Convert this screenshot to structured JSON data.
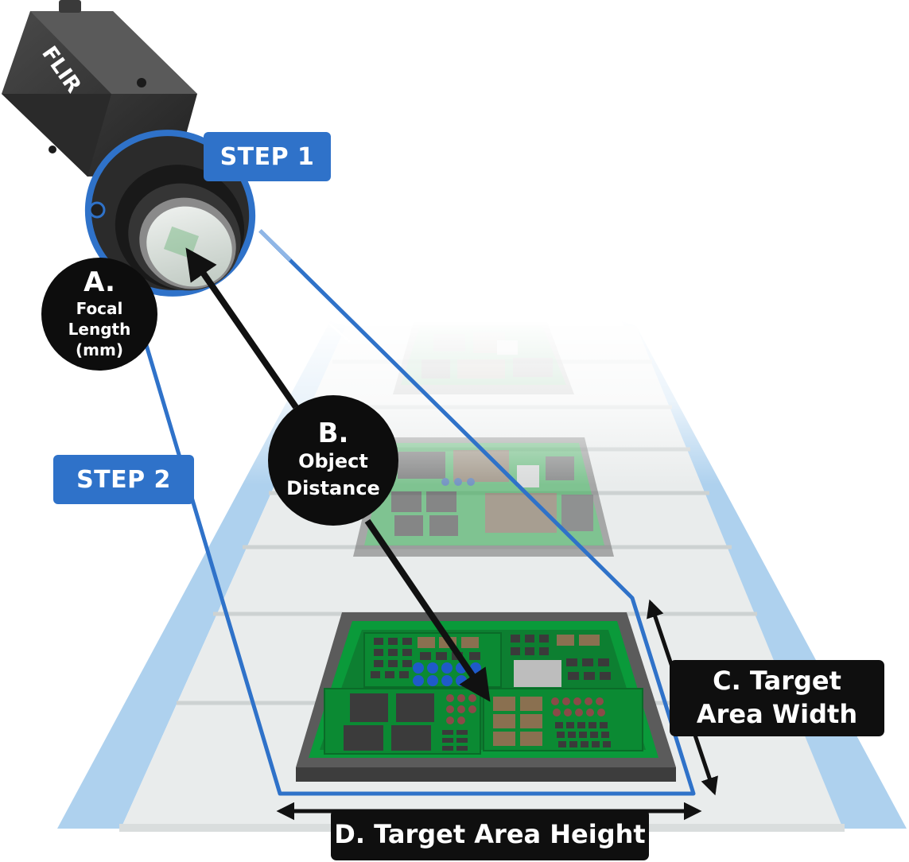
{
  "diagram": {
    "camera_brand": "FLIR",
    "steps": {
      "step1": "STEP 1",
      "step2": "STEP 2"
    },
    "labels": {
      "a_letter": "A.",
      "a_line1": "Focal",
      "a_line2": "Length",
      "a_line3": "(mm)",
      "b_letter": "B.",
      "b_line1": "Object",
      "b_line2": "Distance",
      "c_line1": "C. Target",
      "c_line2": "Area Width",
      "d_text": "D. Target Area Height"
    },
    "colors": {
      "accent_blue": "#2f72c9",
      "tag_black": "#0f0f0f",
      "belt_guide": "#aed1ee",
      "pcb_green": "#0a9a3a",
      "board_frame": "#5b5b5b"
    }
  }
}
